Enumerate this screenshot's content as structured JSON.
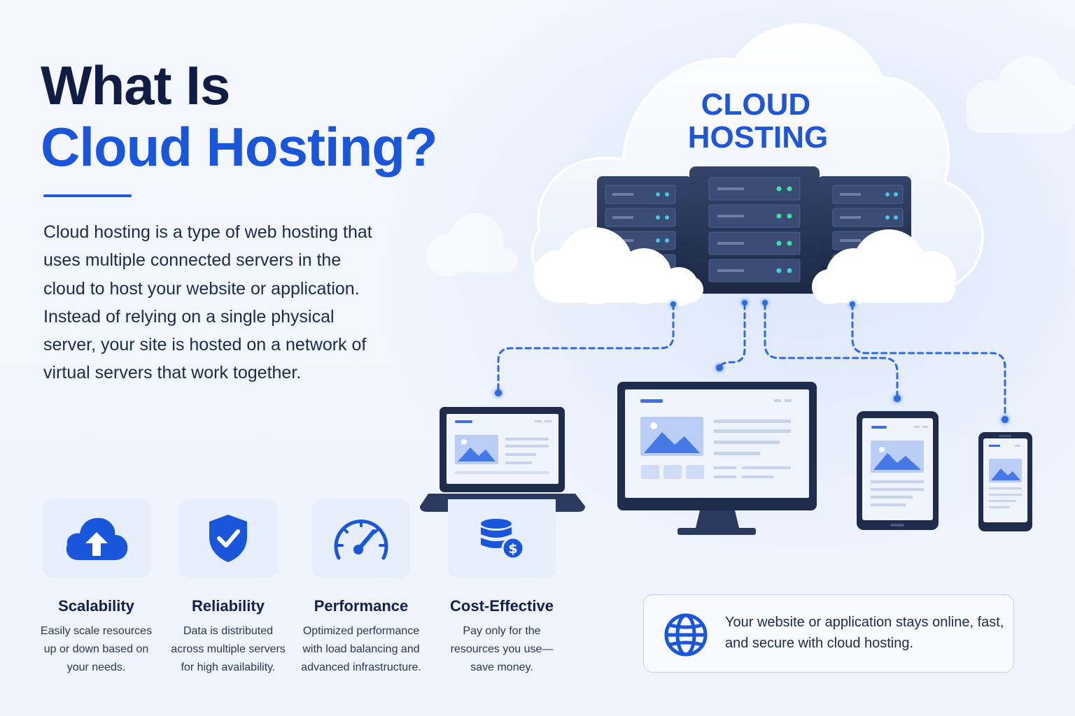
{
  "heading": {
    "line1": "What Is",
    "line2": "Cloud Hosting?"
  },
  "description": "Cloud hosting is a type of web hosting that uses multiple connected servers in the cloud to host your website or application. Instead of relying on a single physical server, your site is hosted on a network of virtual servers that work together.",
  "cloud": {
    "line1": "CLOUD",
    "line2": "HOSTING"
  },
  "features": [
    {
      "icon": "cloud-upload-icon",
      "title": "Scalability",
      "text": "Easily scale resources up or down based on your needs."
    },
    {
      "icon": "shield-check-icon",
      "title": "Reliability",
      "text": "Data is distributed across multiple servers for high availability."
    },
    {
      "icon": "speedometer-icon",
      "title": "Performance",
      "text": "Optimized performance with load balancing and advanced infrastructure."
    },
    {
      "icon": "database-dollar-icon",
      "title": "Cost-Effective",
      "text": "Pay only for the resources you use—save money."
    }
  ],
  "callout": {
    "icon": "globe-icon",
    "text": "Your website or application stays online, fast, and secure with cloud hosting."
  },
  "colors": {
    "primary": "#1a56db",
    "navy": "#0f1d44",
    "server": "#243250",
    "tint": "#e6eefc"
  }
}
